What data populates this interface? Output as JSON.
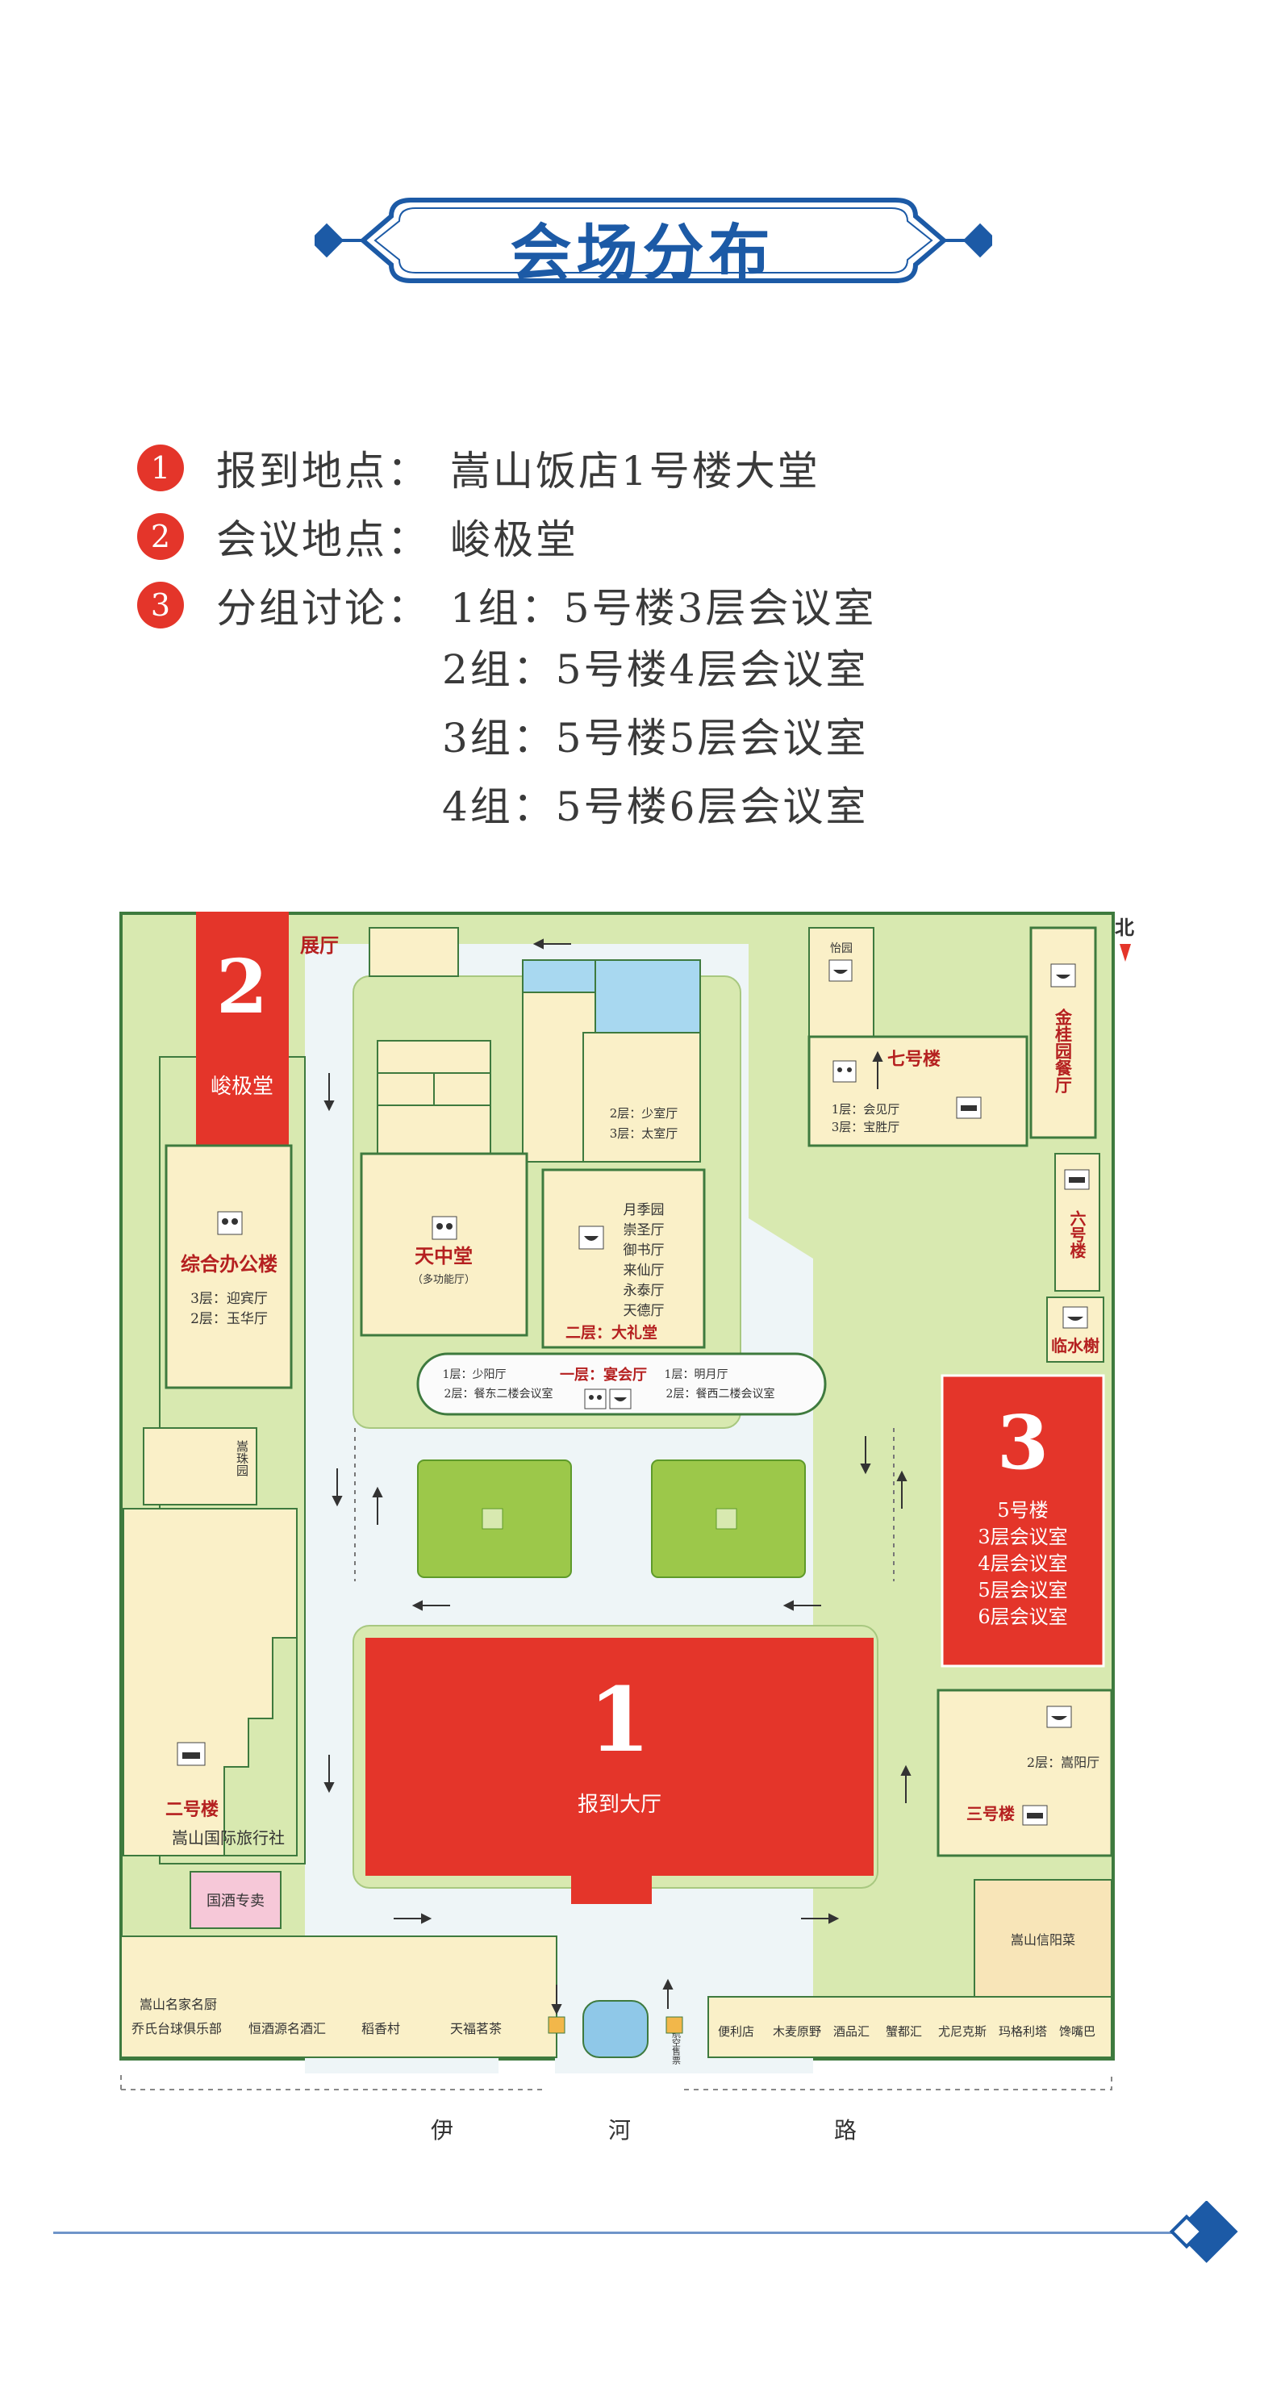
{
  "title": "会场分布",
  "info": [
    {
      "num": "1",
      "label": "报到地点：",
      "value": "嵩山饭店1号楼大堂"
    },
    {
      "num": "2",
      "label": "会议地点：",
      "value": "峻极堂"
    },
    {
      "num": "3",
      "label": "分组讨论：",
      "value": "1组：5号楼3层会议室"
    }
  ],
  "groups": [
    "2组：5号楼4层会议室",
    "3组：5号楼5层会议室",
    "4组：5号楼6层会议室"
  ],
  "map": {
    "north": "北",
    "road": [
      "伊",
      "河",
      "路"
    ],
    "zone1": {
      "num": "1",
      "name": "报到大厅"
    },
    "zone2": {
      "num": "2",
      "name": "峻极堂"
    },
    "zone3": {
      "num": "3",
      "lines": [
        "5号楼",
        "3层会议室",
        "4层会议室",
        "5层会议室",
        "6层会议室"
      ]
    },
    "exhibition": "展厅",
    "office": {
      "name": "综合办公楼",
      "f3": "3层：迎宾厅",
      "f2": "2层：玉华厅"
    },
    "tianzhong": {
      "name": "天中堂",
      "sub": "（多功能厅）"
    },
    "east_rooms": [
      "2层：少室厅",
      "3层：太室厅"
    ],
    "halls": [
      "月季园",
      "崇圣厅",
      "御书厅",
      "来仙厅",
      "永泰厅",
      "天德厅"
    ],
    "dali": "二层：大礼堂",
    "yanhui": "一层：宴会厅",
    "left_rooms": [
      "1层：少阳厅",
      "2层：餐东二楼会议室"
    ],
    "right_rooms": [
      "1层：明月厅",
      "2层：餐西二楼会议室"
    ],
    "building7": {
      "name": "七号楼",
      "r1": "1层：会见厅",
      "r3": "3层：宝胜厅"
    },
    "yiyuan": "怡园",
    "jingui": "金桂园餐厅",
    "building6": "六号楼",
    "linshuixie": "临水榭",
    "songzhuyuan": "嵩珠园",
    "building2": {
      "name": "二号楼",
      "sub": "嵩山国际旅行社"
    },
    "guojiu": "国酒专卖",
    "building3": {
      "name": "三号楼",
      "sub": "2层：嵩阳厅"
    },
    "xinyang": "嵩山信阳菜",
    "shops_left": [
      "嵩山名家名厨",
      "乔氏台球俱乐部",
      "恒酒源名酒汇",
      "稻香村",
      "天福茗茶"
    ],
    "shops_right": [
      "便利店",
      "木麦原野",
      "酒品汇",
      "蟹都汇",
      "尤尼克斯",
      "玛格利塔",
      "馋嘴巴"
    ],
    "ticket": "航空售票"
  }
}
